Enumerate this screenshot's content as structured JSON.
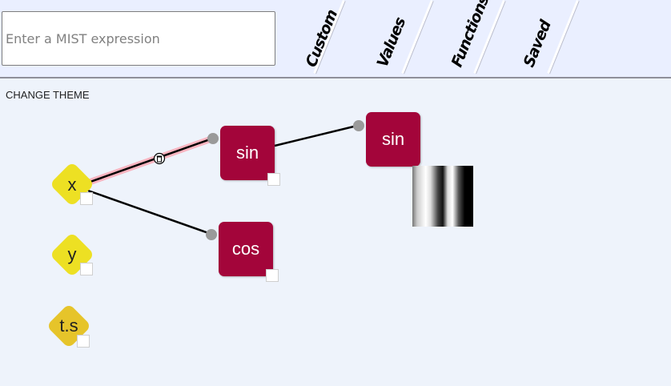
{
  "input": {
    "placeholder": "Enter a MIST expression"
  },
  "tabs": [
    {
      "label": "Custom"
    },
    {
      "label": "Values"
    },
    {
      "label": "Functions"
    },
    {
      "label": "Saved"
    }
  ],
  "theme_link": "CHANGE THEME",
  "nodes": {
    "sin_a": "sin",
    "sin_b": "sin",
    "cos": "cos",
    "x": "x",
    "y": "y",
    "ts": "t.s"
  },
  "colors": {
    "function_node": "#a3053a",
    "value_node": "#ede023",
    "ts_node": "#e6c42a",
    "edge": "#000000",
    "selected_edge_glow": "#ff9aa8"
  },
  "icons": {
    "delete_edge": "trash-icon"
  }
}
